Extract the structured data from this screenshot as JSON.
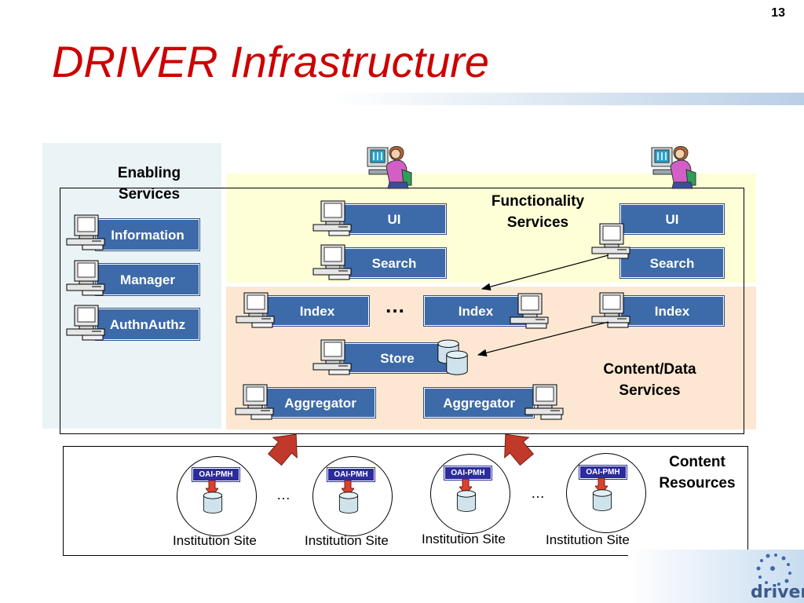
{
  "page_number": "13",
  "title": "DRIVER Infrastructure",
  "zones": {
    "enabling": {
      "label_line1": "Enabling",
      "label_line2": "Services"
    },
    "functionality": {
      "label_line1": "Functionality",
      "label_line2": "Services"
    },
    "content_data": {
      "label_line1": "Content/Data",
      "label_line2": "Services"
    },
    "content_resources": {
      "label_line1": "Content",
      "label_line2": "Resources"
    }
  },
  "enabling_services": [
    "Information",
    "Manager",
    "AuthnAuthz"
  ],
  "services": {
    "ui_left": "UI",
    "ui_right": "UI",
    "search_left": "Search",
    "search_right": "Search",
    "index_1": "Index",
    "index_2": "Index",
    "index_3": "Index",
    "store": "Store",
    "aggregator_left": "Aggregator",
    "aggregator_right": "Aggregator"
  },
  "ellipsis_services": "…",
  "ellipsis_sites": "…",
  "sites": [
    {
      "badge": "OAI-PMH",
      "label": "Institution Site"
    },
    {
      "badge": "OAI-PMH",
      "label": "Institution Site"
    },
    {
      "badge": "OAI-PMH",
      "label": "Institution Site"
    },
    {
      "badge": "OAI-PMH",
      "label": "Institution Site"
    }
  ],
  "logo_text": "driver",
  "colors": {
    "title": "#cc0000",
    "service_box": "#3d6aa8",
    "oai_badge": "#2c2c9c",
    "enabling_zone": "#eaf3f6",
    "functionality_zone": "#ffffd7",
    "content_zone": "#fde7d2",
    "harvest_arrow": "#c0392b"
  },
  "icons": [
    "desktop-computer-icon",
    "user-at-workstation-icon",
    "database-icon",
    "harvest-arrow-icon",
    "driver-logo-icon"
  ]
}
